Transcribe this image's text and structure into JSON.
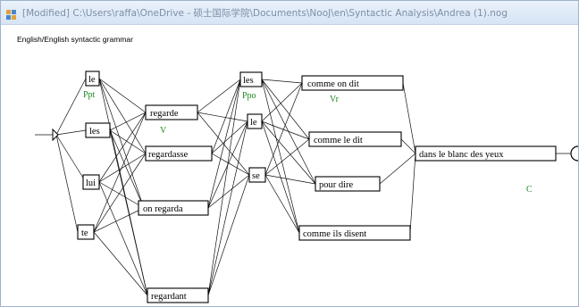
{
  "window": {
    "title": "[Modified] C:\\Users\\raffa\\OneDrive - 硕士国际学院\\Documents\\NooJ\\en\\Syntactic Analysis\\Andrea (1).nog"
  },
  "grammar": {
    "header": "English/English syntactic grammar",
    "boxes": [
      {
        "id": "le",
        "label": "le"
      },
      {
        "id": "les1",
        "label": "les"
      },
      {
        "id": "lui",
        "label": "lui"
      },
      {
        "id": "te",
        "label": "te"
      },
      {
        "id": "regarde",
        "label": "regarde"
      },
      {
        "id": "regardasse",
        "label": "regardasse"
      },
      {
        "id": "on_regarda",
        "label": "on regarda"
      },
      {
        "id": "regardant",
        "label": "regardant"
      },
      {
        "id": "les2",
        "label": "les"
      },
      {
        "id": "le2",
        "label": "le"
      },
      {
        "id": "se",
        "label": "se"
      },
      {
        "id": "comme_on_dit",
        "label": "comme on dit"
      },
      {
        "id": "comme_le_dit",
        "label": "comme le dit"
      },
      {
        "id": "pour_dire",
        "label": "pour dire"
      },
      {
        "id": "comme_ils_disent",
        "label": "comme ils disent"
      },
      {
        "id": "dans_le_blanc",
        "label": "dans le blanc des yeux"
      }
    ],
    "outputs": [
      {
        "id": "ppt",
        "label": "Ppt"
      },
      {
        "id": "v",
        "label": "V"
      },
      {
        "id": "ppo",
        "label": "Ppo"
      },
      {
        "id": "vr",
        "label": "Vr"
      },
      {
        "id": "c",
        "label": "C"
      }
    ]
  }
}
